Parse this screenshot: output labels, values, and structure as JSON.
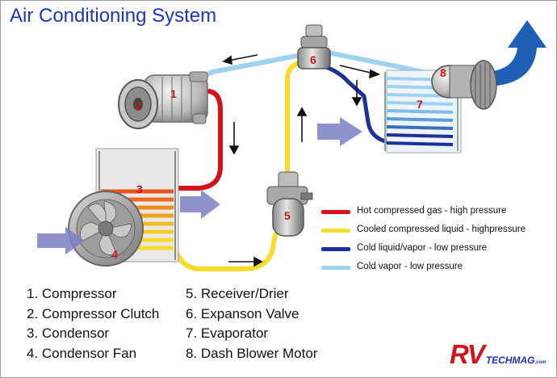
{
  "title": "Air Conditioning System",
  "components": [
    {
      "number": "1",
      "name": "Compressor"
    },
    {
      "number": "2",
      "name": "Compressor Clutch"
    },
    {
      "number": "3",
      "name": "Condensor"
    },
    {
      "number": "4",
      "name": "Condensor Fan"
    },
    {
      "number": "5",
      "name": "Receiver/Drier"
    },
    {
      "number": "6",
      "name": "Expanson Valve"
    },
    {
      "number": "7",
      "name": "Evaporator"
    },
    {
      "number": "8",
      "name": "Dash Blower Motor"
    }
  ],
  "parts_list": [
    "1. Compressor",
    "2. Compressor Clutch",
    "3. Condensor",
    "4. Condensor Fan",
    "5. Receiver/Drier",
    "6. Expanson Valve",
    "7. Evaporator",
    "8. Dash Blower Motor"
  ],
  "legend": [
    {
      "label": "Hot compressed gas - high pressure",
      "color": "#d3131c"
    },
    {
      "label": "Cooled compressed liquid - highpressure",
      "color": "#f7dc2a"
    },
    {
      "label": "Cold liquid/vapor - low pressure",
      "color": "#1d2f98"
    },
    {
      "label": "Cold vapor - low pressure",
      "color": "#9fd2ee"
    }
  ],
  "logo": {
    "main": "RV",
    "sub": "TECHMAG",
    "suffix": ".com"
  },
  "colors": {
    "title": "#1f34b8",
    "hot_gas": "#d3131c",
    "cooled_liquid": "#f7dc2a",
    "cold_liquid": "#1d2f98",
    "cold_vapor": "#9fd2ee",
    "airflow": "#7d7fc6",
    "outflow": "#1f5fb4"
  }
}
